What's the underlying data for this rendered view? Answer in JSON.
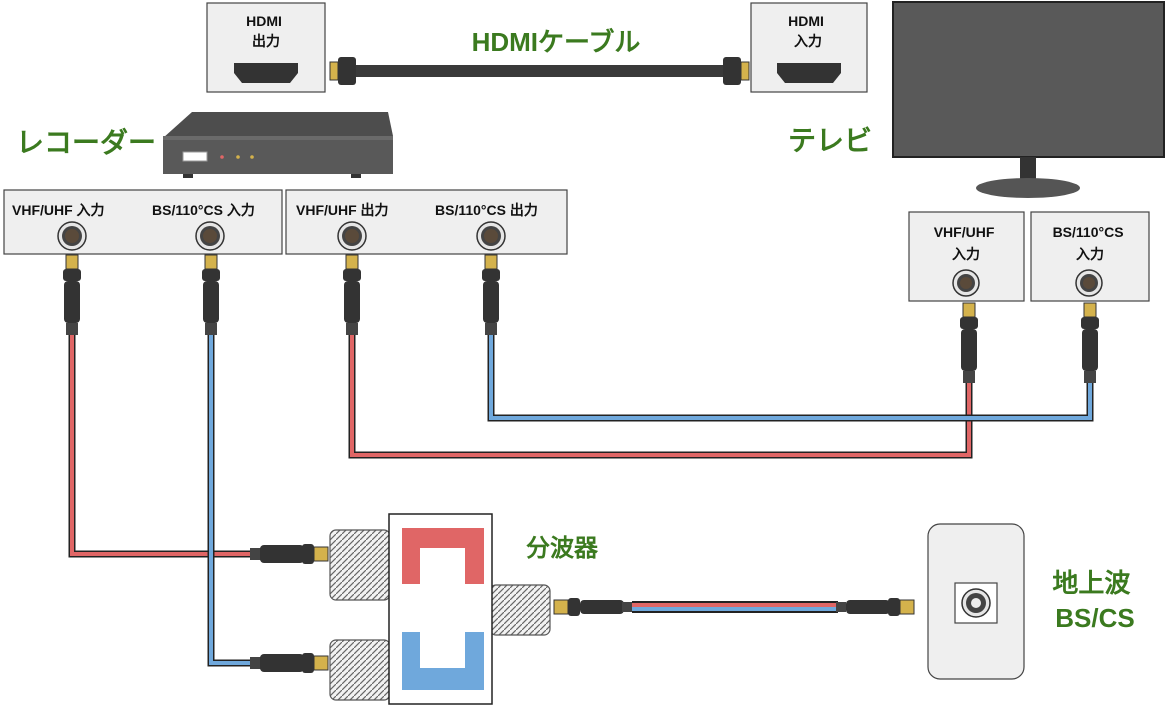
{
  "labels": {
    "hdmi_out": "HDMI\n出力",
    "hdmi_in": "HDMI\n入力",
    "hdmi_cable": "HDMIケーブル",
    "recorder": "レコーダー",
    "tv": "テレビ",
    "rec_vhf_in": "VHF/UHF 入力",
    "rec_bs_in": "BS/110°CS 入力",
    "rec_vhf_out": "VHF/UHF 出力",
    "rec_bs_out": "BS/110°CS 出力",
    "tv_vhf_in": "VHF/UHF\n入力",
    "tv_bs_in": "BS/110°CS\n入力",
    "splitter": "分波器",
    "wall": "地上波\nBS/CS"
  },
  "colors": {
    "title_green": "#3b7a1f",
    "cable_red": "#e06666",
    "cable_blue": "#6fa8dc",
    "device_dark": "#595959",
    "connector_gold": "#d4b24c"
  }
}
